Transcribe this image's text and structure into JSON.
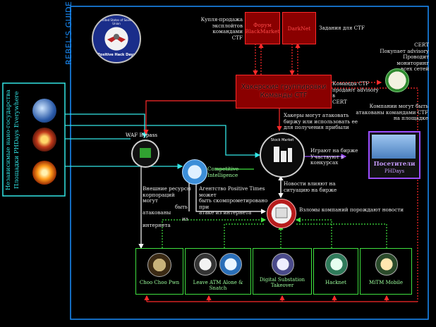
{
  "title": "REBEL'S GUIDE",
  "seal": {
    "org": "United States of Soviet Union",
    "motto": "Positive Hack Days"
  },
  "nano_states": {
    "label_line1": "Независимые нано-государства",
    "label_line2": "Площадки PHDays Everywhere"
  },
  "boxes": {
    "forum_line1": "Форум",
    "forum_line2": "BlackMarket",
    "darknet": "DarkNet",
    "ctf_groups_line1": "Хакерские группировки",
    "ctf_groups_line2": "Команды CTF",
    "visitors_line1": "Посетители",
    "visitors_line2": "PHDays"
  },
  "texts": {
    "buy_sell": [
      "Купля-продажа",
      "эксплойтов",
      "командами CTF"
    ],
    "tasks_ctf": "Задания для CTF",
    "cert": [
      "CERT",
      "Покупает advisory",
      "Проводит мониторинг",
      "всех сетей"
    ],
    "ctf_sell_advisory": [
      "Команды CTF",
      "продают advisory в",
      "CERT"
    ],
    "companies_attacked": [
      "Компании могут быть",
      "атакованы командами CTF",
      "на площадке"
    ],
    "hackers_attack_exchange": [
      "Хакеры могут атаковать",
      "биржу или использовать ее",
      "для получения прибыли"
    ],
    "play_exchange": [
      "Играют на бирже",
      "Участвуют в конкурсах"
    ],
    "waf_bypass": "WAF Bypass",
    "competitive_intel": [
      "Competitive",
      "Intelligence"
    ],
    "external_resources": [
      "Внешние ресурсы",
      "корпораций",
      "могут",
      "быть",
      "атакованы",
      "из",
      "интернета"
    ],
    "agency_pt": [
      "Агентство Positive Times может",
      "быть скомпрометировано при",
      "атаке из интернета"
    ],
    "news_affect": [
      "Новости влияют на",
      "ситуацию на бирже"
    ],
    "hacks_generate_news": "Взломы компаний порождают новости"
  },
  "stock_market": "Stock Market",
  "contests": [
    {
      "name": "choo-choo-pwn",
      "label": "Choo Choo Pwn"
    },
    {
      "name": "leave-atm-alone",
      "label": "Leave ATM Alone & Snatch"
    },
    {
      "name": "digital-substation",
      "label": "Digital Substation Takeover"
    },
    {
      "name": "hacknet",
      "label": "Hacknet"
    },
    {
      "name": "mitm-mobile",
      "label": "MiTM Mobile"
    }
  ],
  "colors": {
    "frame": "#1a8fff",
    "green": "#3fe03f",
    "red": "#ff2a2a",
    "cyan": "#33e6e6",
    "purple": "#9b4dff"
  }
}
